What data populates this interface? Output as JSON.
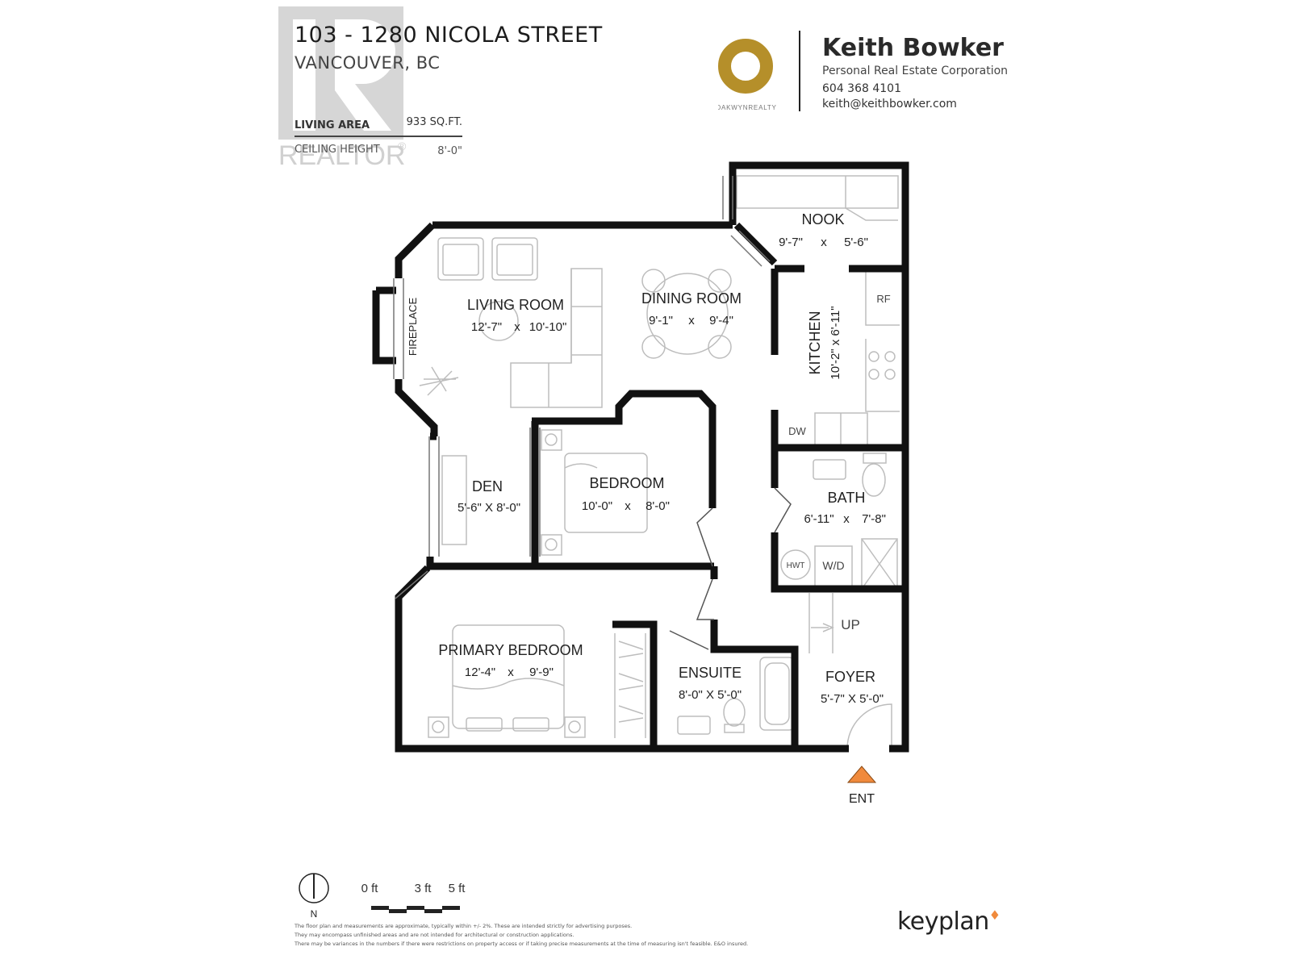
{
  "header": {
    "address": "103 - 1280 NICOLA STREET",
    "city": "VANCOUVER, BC",
    "living_area_label": "LIVING AREA",
    "living_area_value": "933 SQ.FT.",
    "ceiling_label": "CEILING HEIGHT",
    "ceiling_value": "8'-0\""
  },
  "watermark": {
    "text": "REALTOR",
    "mark": "®"
  },
  "agent": {
    "logo_text": "OAKWYNREALTY",
    "name": "Keith Bowker",
    "corporation": "Personal Real Estate Corporation",
    "phone": "604 368 4101",
    "email": "keith@keithbowker.com"
  },
  "rooms": {
    "nook": {
      "name": "NOOK",
      "w": "9'-7\"",
      "x": "x",
      "h": "5'-6\""
    },
    "living": {
      "name": "LIVING ROOM",
      "w": "12'-7\"",
      "x": "x",
      "h": "10'-10\""
    },
    "dining": {
      "name": "DINING ROOM",
      "w": "9'-1\"",
      "x": "x",
      "h": "9'-4\""
    },
    "kitchen": {
      "name": "KITCHEN",
      "dims": "10'-2\" x 6'-11\""
    },
    "fireplace": "FIREPLACE",
    "den": {
      "name": "DEN",
      "dims": "5'-6\" X 8'-0\""
    },
    "bedroom": {
      "name": "BEDROOM",
      "w": "10'-0\"",
      "x": "x",
      "h": "8'-0\""
    },
    "bath": {
      "name": "BATH",
      "w": "6'-11\"",
      "x": "x",
      "h": "7'-8\""
    },
    "primary": {
      "name": "PRIMARY BEDROOM",
      "w": "12'-4\"",
      "x": "x",
      "h": "9'-9\""
    },
    "ensuite": {
      "name": "ENSUITE",
      "dims": "8'-0\" X 5'-0\""
    },
    "foyer": {
      "name": "FOYER",
      "dims": "5'-7\" X 5'-0\""
    }
  },
  "fixtures": {
    "rf": "RF",
    "dw": "DW",
    "hwt": "HWT",
    "wd": "W/D",
    "up": "UP"
  },
  "entrance": {
    "label": "ENT",
    "color": "#f08a3c"
  },
  "legend": {
    "north": "N",
    "scale_0": "0 ft",
    "scale_3": "3 ft",
    "scale_5": "5 ft"
  },
  "disclaimer": [
    "The floor plan and measurements are approximate, typically within +/- 2%. These are intended strictly for advertising purposes.",
    "They may encompass unfinished areas and are not intended for architectural or construction applications.",
    "There may be variances in the numbers if there were restrictions on property access or if taking precise measurements at the time of measuring isn't feasible. E&O insured."
  ],
  "brand": {
    "name": "keyplan",
    "accent": "#f08a3c"
  },
  "colors": {
    "logo_gold": "#b58f2a",
    "wall": "#111111",
    "furniture": "#bdbdbd"
  }
}
